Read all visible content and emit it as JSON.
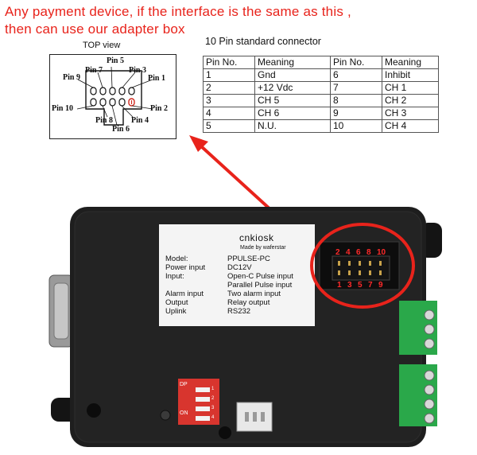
{
  "headline": {
    "line1": "Any payment device, if the interface is the same as this ,",
    "line2": "then can use our adapter box"
  },
  "diagram": {
    "view_label": "TOP view",
    "pins": [
      "Pin 1",
      "Pin 2",
      "Pin 3",
      "Pin 4",
      "Pin 5",
      "Pin 6",
      "Pin 7",
      "Pin 8",
      "Pin 9",
      "Pin 10"
    ]
  },
  "connector": {
    "title": "10  Pin standard connector",
    "headers": [
      "Pin  No.",
      "Meaning",
      "Pin No.",
      "Meaning"
    ],
    "rows": [
      [
        "1",
        "Gnd",
        "6",
        "Inhibit"
      ],
      [
        "2",
        "+12 Vdc",
        "7",
        "CH 1"
      ],
      [
        "3",
        "CH 5",
        "8",
        "CH 2"
      ],
      [
        "4",
        "CH 6",
        "9",
        "CH 3"
      ],
      [
        "5",
        "N.U.",
        "10",
        "CH 4"
      ]
    ]
  },
  "device_label": {
    "brand": "cnkiosk",
    "made_by": "Made by waferstar",
    "specs": [
      {
        "key": "Model:",
        "value": "PPULSE-PC"
      },
      {
        "key": "Power input",
        "value": "DC12V"
      },
      {
        "key": "Input:",
        "value": "Open-C Pulse input"
      },
      {
        "key": "",
        "value": "Parallel Pulse input"
      },
      {
        "key": "Alarm input",
        "value": "Two alarm input"
      },
      {
        "key": "Output",
        "value": "Relay output"
      },
      {
        "key": "Uplink",
        "value": "RS232"
      }
    ]
  },
  "device_pins": {
    "top_row": [
      "2",
      "4",
      "6",
      "8",
      "10"
    ],
    "bottom_row": [
      "1",
      "3",
      "5",
      "7",
      "9"
    ]
  },
  "dip_switch": {
    "label_on": "ON",
    "label_dp": "DP",
    "numbers": [
      "1",
      "2",
      "3",
      "4"
    ]
  },
  "colors": {
    "headline": "#e8231b",
    "highlight": "#e8231b",
    "device_body": "#1e1e1e",
    "terminal_green": "#2aa84a",
    "dip_red": "#d8352e"
  }
}
